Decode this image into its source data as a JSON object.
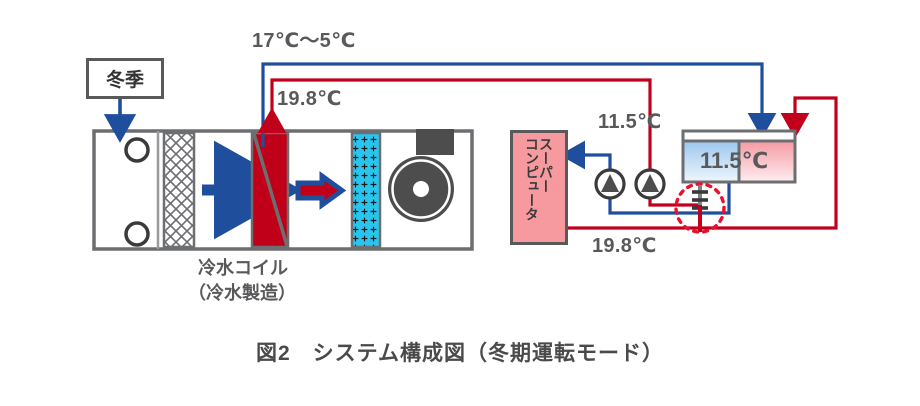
{
  "figure": {
    "caption": "図2　システム構成図（冬期運転モード）",
    "type": "system-schematic",
    "mode_label": "冬季"
  },
  "labels": {
    "supply_temp_range": "17℃〜5℃",
    "coil_return_temp": "19.8℃",
    "chiller_supply_temp": "11.5℃",
    "sc_return_temp": "19.8℃",
    "tank_temp": "11.5℃",
    "coil_name_line1": "冷水コイル",
    "coil_name_line2": "（冷水製造）"
  },
  "supercomputer": {
    "text_column_right": "スーパー",
    "text_column_left": "コンピュータ"
  },
  "ahu": {
    "name": "air-handling-unit",
    "components": [
      "damper",
      "filter",
      "cooling-coil",
      "humidifier",
      "fan"
    ]
  },
  "tank": {
    "left_chamber": "cold-side",
    "right_chamber": "warm-side"
  },
  "pumps": [
    {
      "id": "pump-cold-loop"
    },
    {
      "id": "pump-warm-loop"
    }
  ],
  "valve": {
    "id": "three-way-valve",
    "highlighted": true
  },
  "colors": {
    "cold_line": "#1f4e9c",
    "hot_line": "#c1001b",
    "coil_red": "#c00018",
    "humidifier_cyan": "#29c5ee",
    "sc_fill": "#f79aa0",
    "outline_gray": "#58595b",
    "text_gray": "#58595b"
  }
}
